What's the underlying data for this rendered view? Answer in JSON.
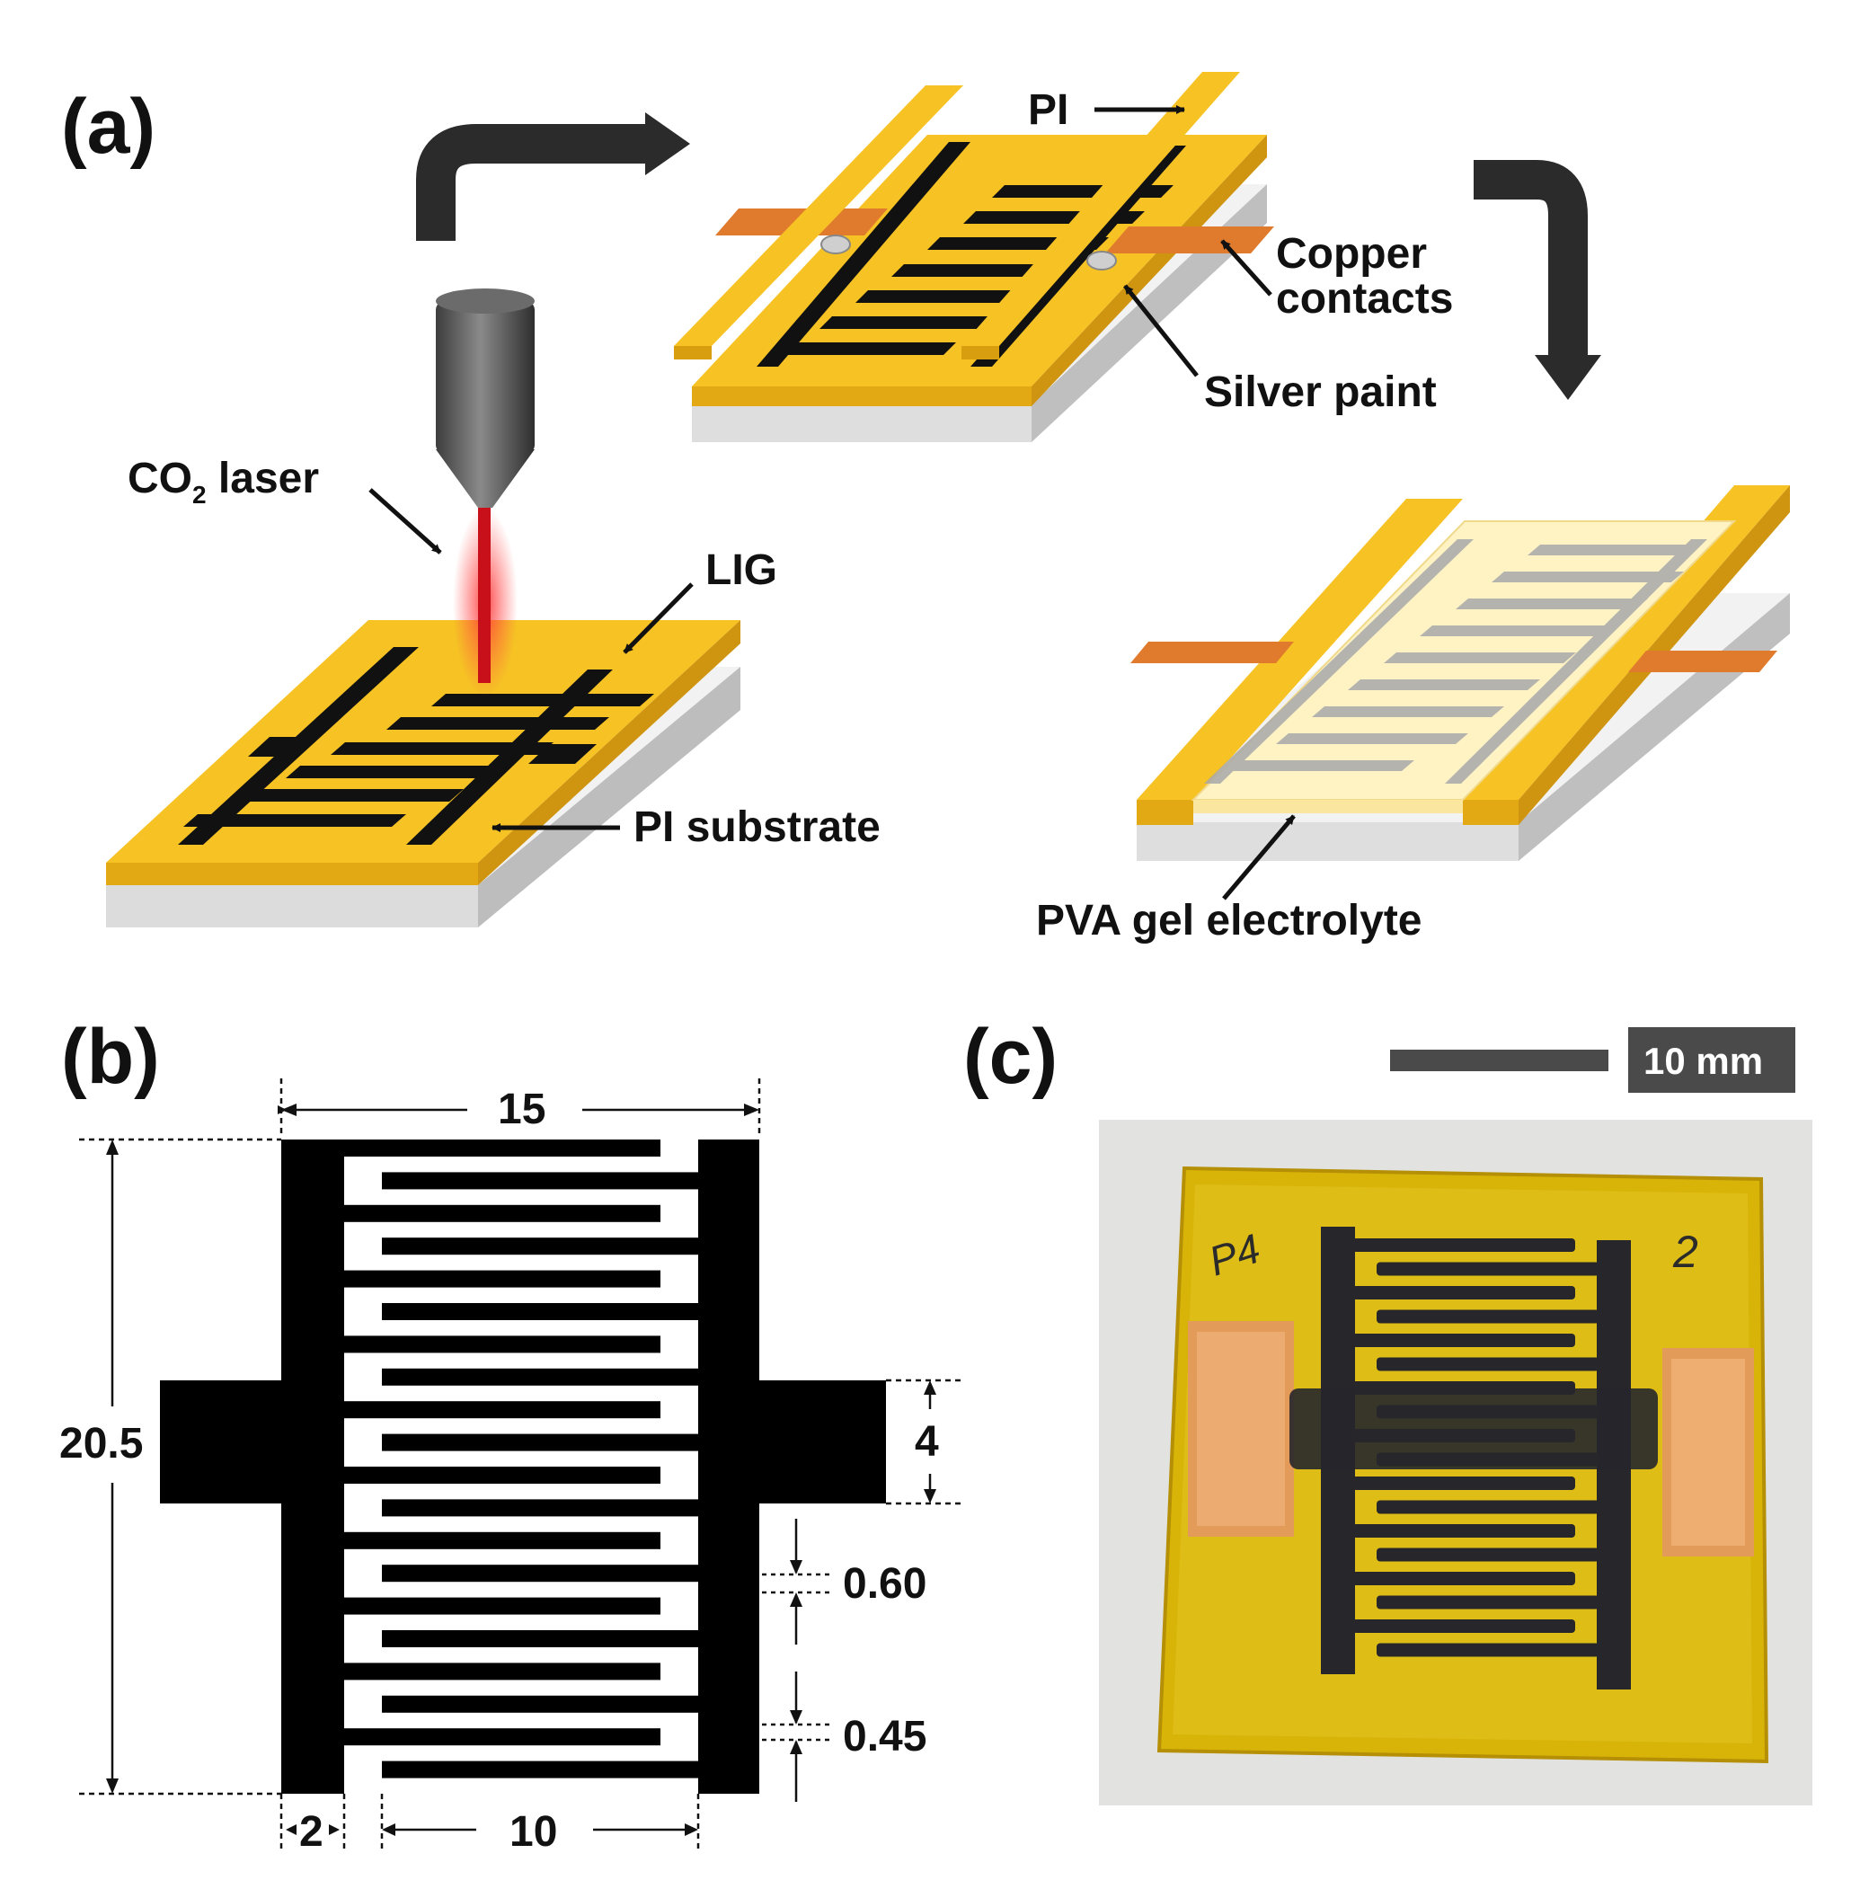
{
  "panels": {
    "a": "(a)",
    "b": "(b)",
    "c": "(c)"
  },
  "labels_a": {
    "pi": "PI",
    "copper_1": "Copper",
    "copper_2": "contacts",
    "silver": "Silver paint",
    "co2_main": "CO",
    "co2_sub": "2",
    "co2_rest": " laser",
    "lig": "LIG",
    "pi_substrate": "PI substrate",
    "pva": "PVA gel electrolyte"
  },
  "dims_b": {
    "width": "15",
    "height": "20.5",
    "tab": "4",
    "finger_w": "0.60",
    "gap": "0.45",
    "bus_w": "2",
    "finger_len": "10"
  },
  "photo_c": {
    "scale_label": "10 mm",
    "handwriting_left": "P4",
    "handwriting_right": "2"
  },
  "colors": {
    "pi_yellow": "#f6c224",
    "pi_side": "#e0a70f",
    "lig_black": "#111111",
    "copper": "#e07b2e",
    "pva_gel": "#fff3c4",
    "substrate_white": "#f2f2f2",
    "scale_bar": "#4a4a4a"
  }
}
